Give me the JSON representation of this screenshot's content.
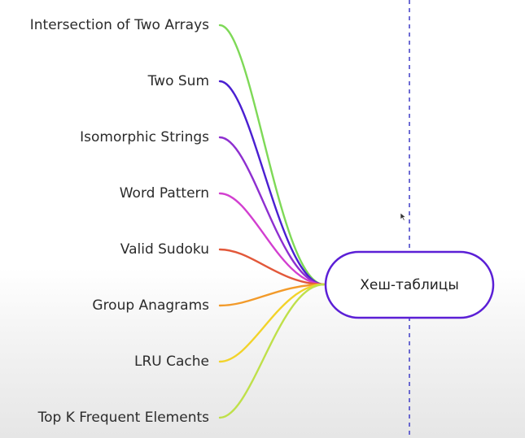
{
  "central_node": {
    "label": "Хеш-таблицы",
    "border_color": "#5b1fd6"
  },
  "divider_color": "#4a48c9",
  "branches": [
    {
      "label": "Intersection of Two Arrays",
      "color": "#7ed957"
    },
    {
      "label": "Two Sum",
      "color": "#4a1fd1"
    },
    {
      "label": "Isomorphic Strings",
      "color": "#8e2fd0"
    },
    {
      "label": "Word Pattern",
      "color": "#d23fd0"
    },
    {
      "label": "Valid Sudoku",
      "color": "#e2583a"
    },
    {
      "label": "Group Anagrams",
      "color": "#f29a2a"
    },
    {
      "label": "LRU Cache",
      "color": "#f2d32a"
    },
    {
      "label": "Top K Frequent Elements",
      "color": "#bfe04a"
    }
  ]
}
